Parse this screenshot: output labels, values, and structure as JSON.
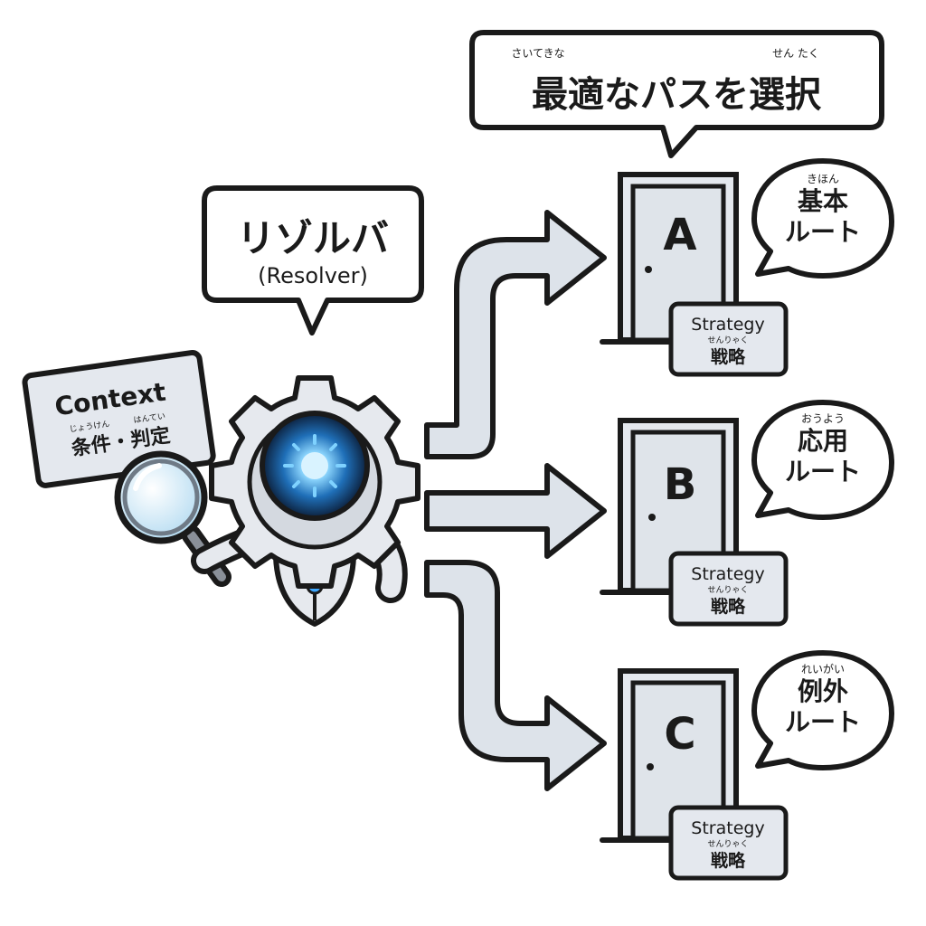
{
  "title": {
    "ruby_left": "さいてきな",
    "ruby_right": "せん たく",
    "text": "最適なパスを選択"
  },
  "resolver": {
    "name": "リゾルバ",
    "sub": "(Resolver)"
  },
  "context": {
    "label": "Context",
    "ruby_left": "じょうけん",
    "ruby_right": "はんてい",
    "text": "条件・判定"
  },
  "routes": [
    {
      "letter": "A",
      "ruby": "きほん",
      "name": "基本",
      "route": "ルート",
      "strategy": "Strategy",
      "strategy_ruby": "せんりゃく",
      "strategy_jp": "戦略"
    },
    {
      "letter": "B",
      "ruby": "おうよう",
      "name": "応用",
      "route": "ルート",
      "strategy": "Strategy",
      "strategy_ruby": "せんりゃく",
      "strategy_jp": "戦略"
    },
    {
      "letter": "C",
      "ruby": "れいがい",
      "name": "例外",
      "route": "ルート",
      "strategy": "Strategy",
      "strategy_ruby": "せんりゃく",
      "strategy_jp": "戦略"
    }
  ],
  "colors": {
    "outline": "#1a1a1a",
    "fill_light": "#e4e8ee",
    "fill_arrow": "#dde3ea",
    "glow": "#3fa8ff"
  }
}
